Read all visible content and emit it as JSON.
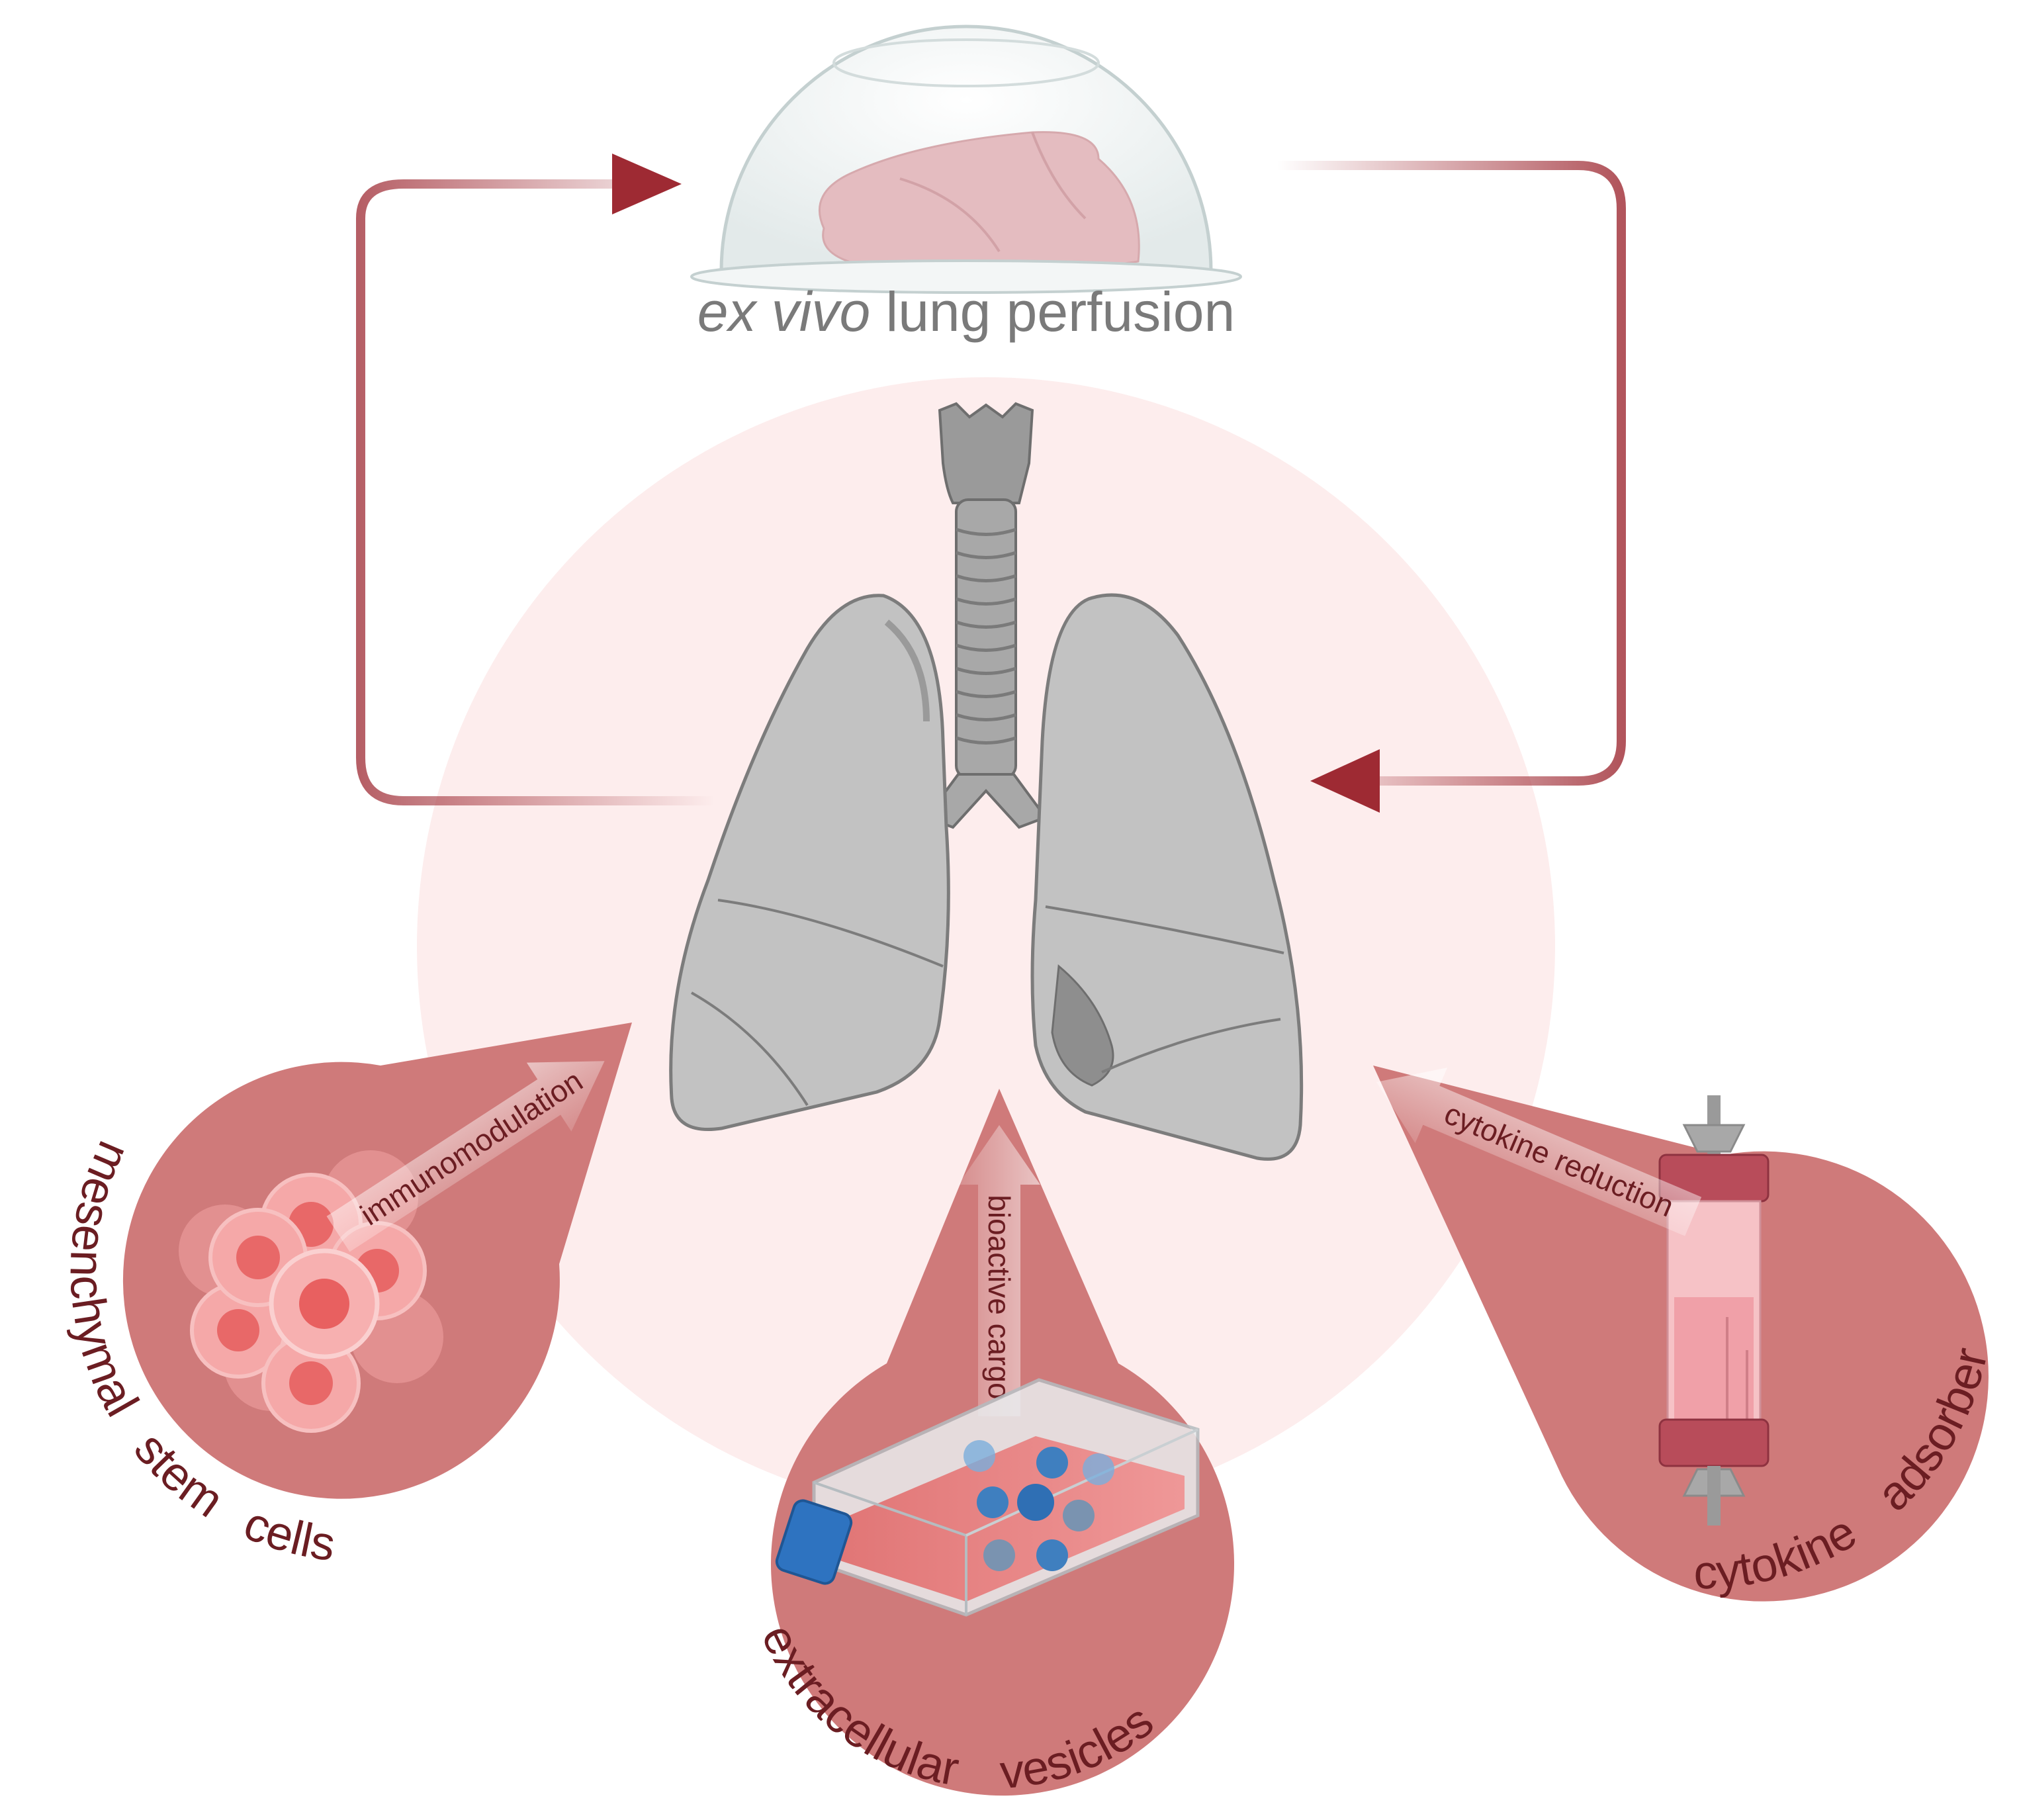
{
  "colors": {
    "arrow": "#9e2a33",
    "drop": "#cf7a7a",
    "drop_text": "#6b1d22",
    "halo": "#fdeded",
    "lung": "#bdbdbd",
    "lung_dark": "#8e8e8e",
    "caption": "#7a7a7a"
  },
  "header": {
    "caption_italic": "ex vivo",
    "caption_rest": " lung perfusion"
  },
  "therapies": [
    {
      "id": "msc",
      "arrow_label": "immunomodulation",
      "name_words": [
        "mesenchymal",
        "stem",
        "cells"
      ]
    },
    {
      "id": "ev",
      "arrow_label": "bioactive cargo",
      "name_words": [
        "extracellular",
        "vesicles"
      ]
    },
    {
      "id": "ca",
      "arrow_label": "cytokine reduction",
      "name_words": [
        "cytokine",
        "adsorber"
      ]
    }
  ]
}
